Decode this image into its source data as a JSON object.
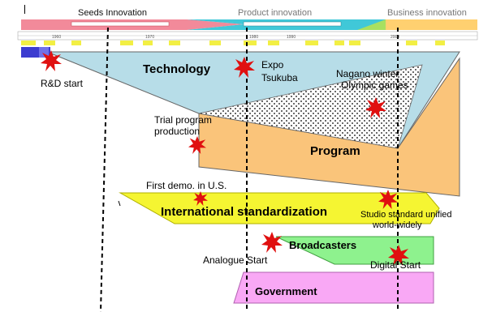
{
  "phases": {
    "seeds": "Seeds Innovation",
    "product": "Product innovation",
    "business": "Business innovation"
  },
  "timeline": {
    "year_labels": [
      "1960",
      "1970",
      "1980",
      "1990",
      "2000"
    ]
  },
  "areas": {
    "technology": "Technology",
    "program": "Program",
    "international": "International standardization",
    "broadcasters": "Broadcasters",
    "government": "Government"
  },
  "events": {
    "rd_start": "R&D start",
    "expo_line1": "Expo",
    "expo_line2": "Tsukuba",
    "nagano_line1": "Nagano winter",
    "nagano_line2": "Olympic games",
    "trial_line1": "Trial program",
    "trial_line2": "production",
    "first_demo": "First demo.  in U.S.",
    "studio_line1": "Studio standard unified",
    "studio_line2": "world-widely",
    "analogue_start": "Analogue Start",
    "digital_start": "Digital Start"
  },
  "colors": {
    "technology": "#b7dde8",
    "program": "#fac47a",
    "international": "#f5f532",
    "broadcasters": "#8ef28e",
    "government": "#f9a8f5",
    "burst": "#e01010",
    "rd_bar": "#3c3cd0",
    "seeds_bar": "#f28a9a",
    "product_bar": "#40c8d8",
    "business_bar": "#ffd070"
  }
}
